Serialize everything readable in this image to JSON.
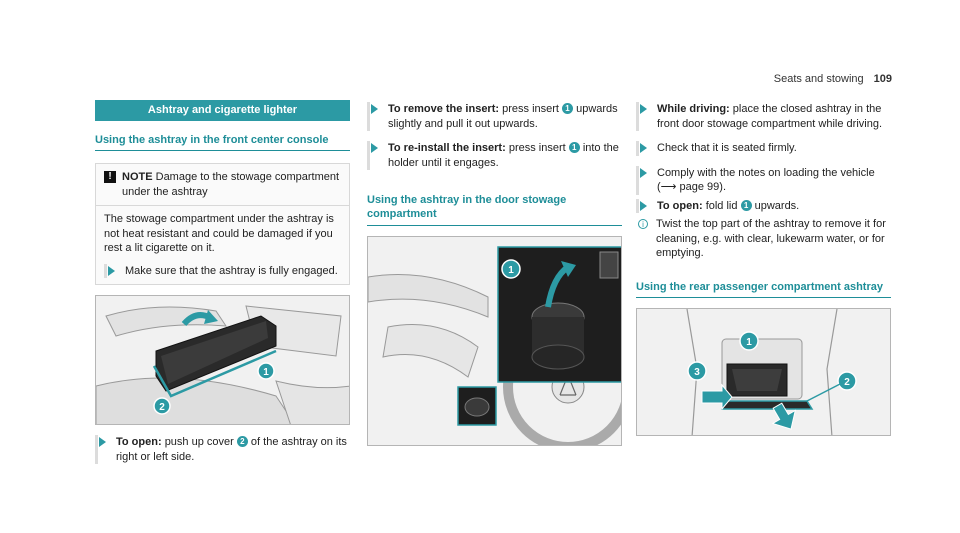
{
  "header": {
    "section": "Seats and stowing",
    "page": "109"
  },
  "col1": {
    "section_title": "Ashtray and cigarette lighter",
    "sub_heading": "Using the ashtray in the front center console",
    "note_label": "NOTE",
    "note_title_text": "Damage to the stowage compartment under the ashtray",
    "note_body": "The stowage compartment under the ashtray is not heat resistant and could be damaged if you rest a lit cigarette on it.",
    "note_step": "Make sure that the ashtray is fully engaged.",
    "open_label": "To open:",
    "open_text_a": "push up cover",
    "open_num": "2",
    "open_text_b": "of the ashtray on its right or left side.",
    "fig_labels": [
      "1",
      "2"
    ]
  },
  "col2": {
    "remove_label": "To remove the insert:",
    "remove_text_a": "press insert",
    "remove_num": "1",
    "remove_text_b": "upwards slightly and pull it out upwards.",
    "reinstall_label": "To re-install the insert:",
    "reinstall_text_a": "press insert",
    "reinstall_num": "1",
    "reinstall_text_b": "into the holder until it engages.",
    "sub_heading": "Using the ashtray in the door stowage compartment",
    "fig_labels": [
      "1"
    ]
  },
  "col3": {
    "driving_label": "While driving:",
    "driving_text": "place the closed ashtray in the front door stowage compartment while driving.",
    "check_text": "Check that it is seated firmly.",
    "comply_text": "Comply with the notes on loading the vehicle (",
    "comply_page": "page 99).",
    "open_label": "To open:",
    "open_text_a": "fold lid",
    "open_num": "1",
    "open_text_b": "upwards.",
    "tip_text": "Twist the top part of the ashtray to remove it for cleaning, e.g. with clear, lukewarm water, or for emptying.",
    "sub_heading": "Using the rear passenger compartment ashtray",
    "fig_labels": [
      "1",
      "2",
      "3"
    ]
  }
}
